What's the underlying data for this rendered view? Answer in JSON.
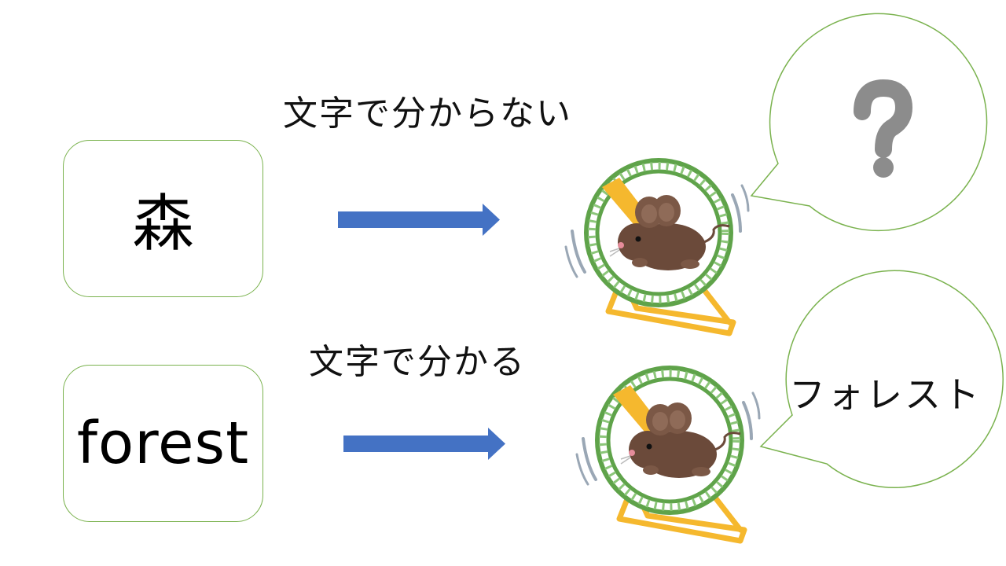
{
  "top_row": {
    "caption": "文字で分からない",
    "word": "森",
    "bubble_text": "?"
  },
  "bottom_row": {
    "caption": "文字で分かる",
    "word": "forest",
    "bubble_text": "フォレスト"
  },
  "colors": {
    "arrow": "#4472c4",
    "box_border": "#7ab24e",
    "wheel_green": "#5fa34a",
    "stand_yellow": "#f5b82e",
    "mouse_brown": "#6b4a3a",
    "question_gray": "#8c8c8c"
  }
}
